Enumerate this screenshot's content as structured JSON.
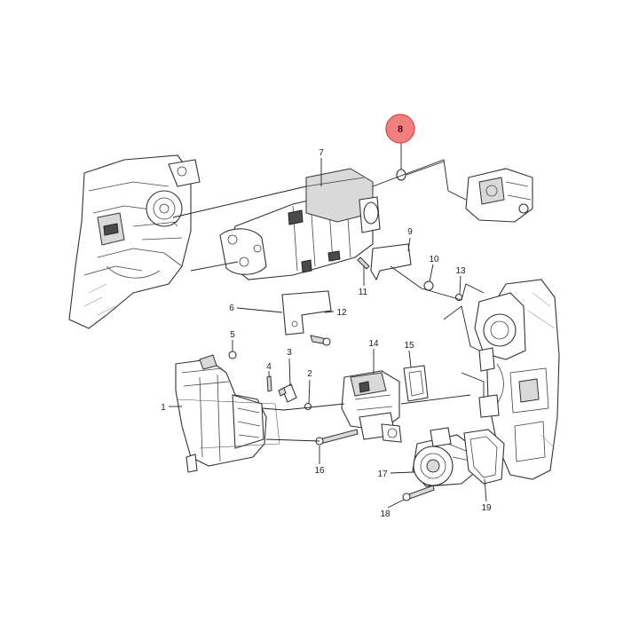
{
  "colors": {
    "highlight_fill": "#f08080",
    "highlight_stroke": "#d9534f",
    "line": "#222222",
    "background": "#ffffff"
  },
  "highlight": {
    "label": "8"
  },
  "callouts": {
    "c1": "1",
    "c2": "2",
    "c3": "3",
    "c4": "4",
    "c5": "5",
    "c6": "6",
    "c7": "7",
    "c9": "9",
    "c10": "10",
    "c11": "11",
    "c12": "12",
    "c13": "13",
    "c14": "14",
    "c15": "15",
    "c16": "16",
    "c17": "17",
    "c18": "18",
    "c19": "19"
  }
}
